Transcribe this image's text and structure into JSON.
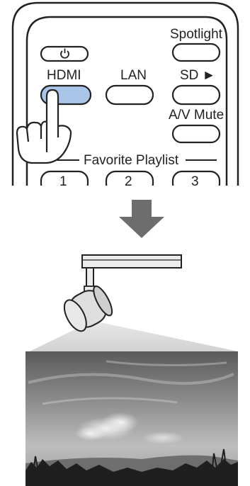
{
  "remote": {
    "buttons": {
      "spotlight": "Spotlight",
      "hdmi": "HDMI",
      "lan": "LAN",
      "sd": "SD ►",
      "av_mute": "A/V Mute"
    },
    "favorite_playlist": {
      "label": "Favorite Playlist",
      "slots": [
        "1",
        "2",
        "3"
      ]
    },
    "highlight_color": "#a9c6e8"
  },
  "icons": {
    "power": "power-icon",
    "arrow": "arrow-down-icon",
    "hand": "pointing-hand-icon",
    "projector": "projector-icon"
  }
}
